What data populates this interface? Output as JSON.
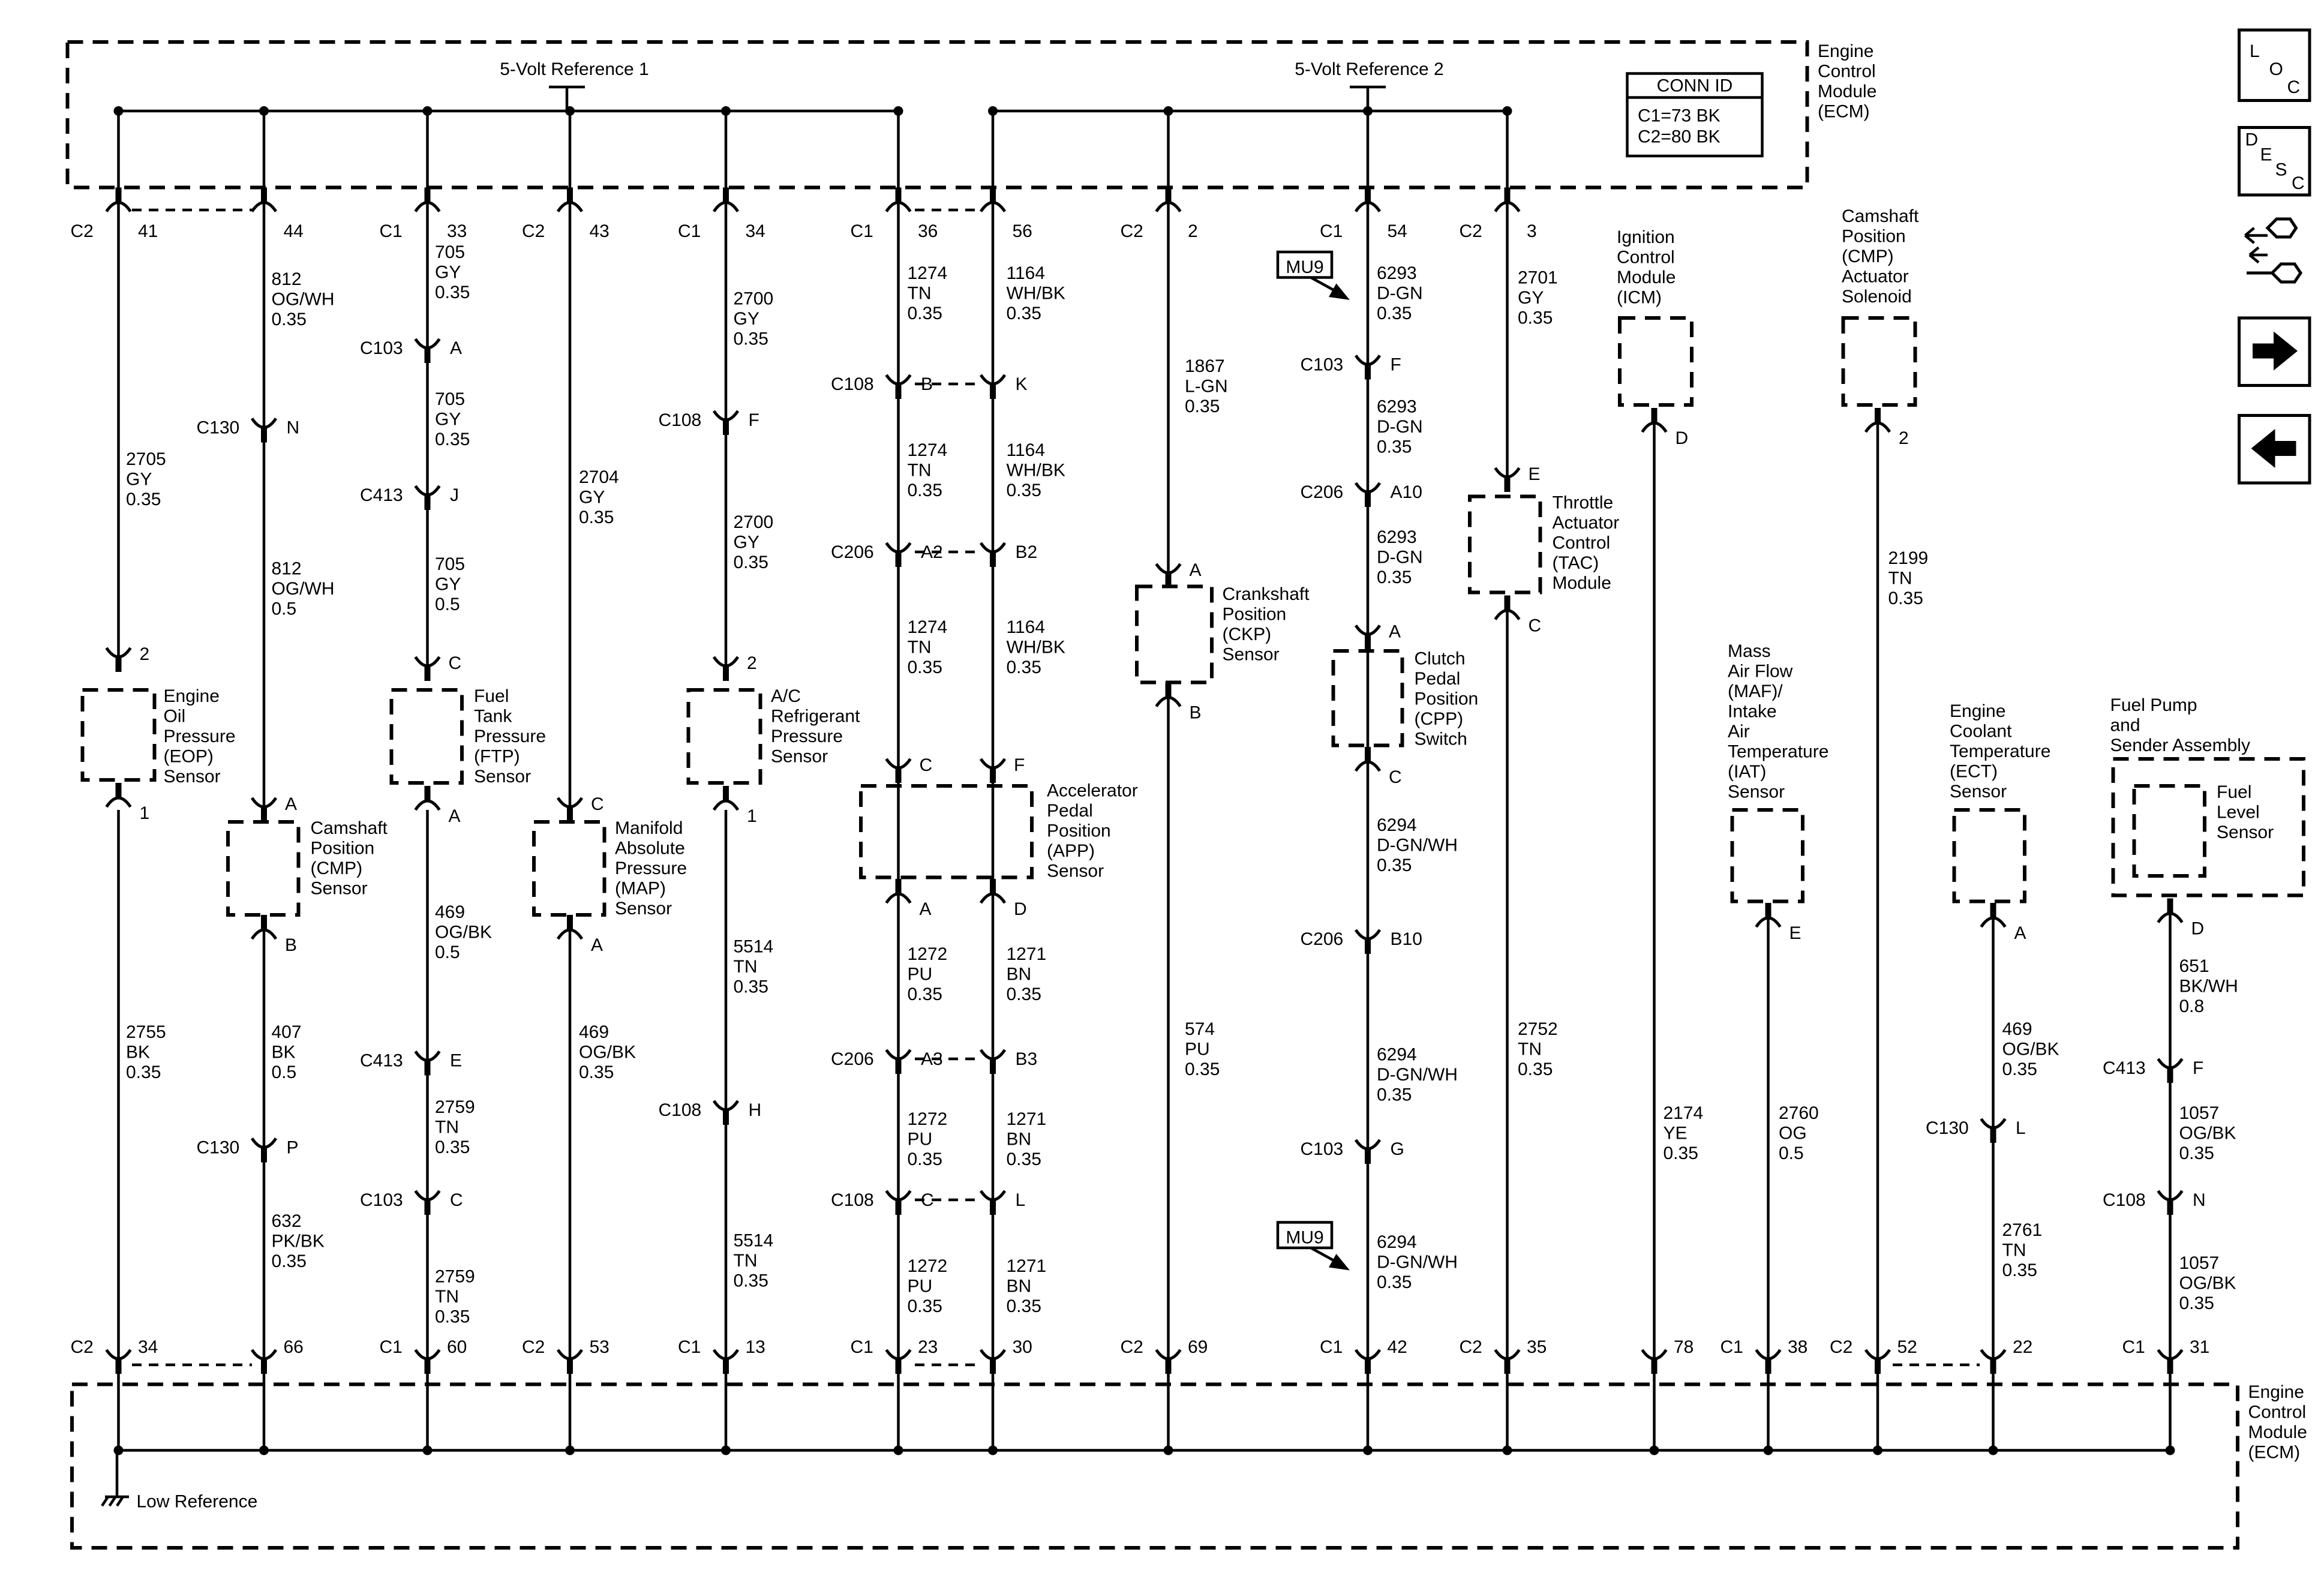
{
  "ecm_top": {
    "name_lines": [
      "Engine",
      "Control",
      "Module",
      "(ECM)"
    ],
    "ref1": "5-Volt Reference 1",
    "ref2": "5-Volt Reference 2",
    "conn_id_title": "CONN ID",
    "conn_id_lines": [
      "C1=73 BK",
      "C2=80 BK"
    ]
  },
  "ecm_bottom": {
    "name_lines": [
      "Engine",
      "Control",
      "Module",
      "(ECM)"
    ],
    "low_reference": "Low Reference"
  },
  "sidebar": {
    "loc": [
      "L",
      "O",
      "C"
    ],
    "desc": [
      "D",
      "E",
      "S",
      "C"
    ],
    "icons": [
      "harness-icon",
      "arrow-right-icon",
      "arrow-left-icon"
    ]
  },
  "top_pins": [
    {
      "conn": "C2",
      "pin": "41"
    },
    {
      "conn": "",
      "pin": "44"
    },
    {
      "conn": "C1",
      "pin": "33"
    },
    {
      "conn": "C2",
      "pin": "43"
    },
    {
      "conn": "C1",
      "pin": "34"
    },
    {
      "conn": "C1",
      "pin": "36"
    },
    {
      "conn": "",
      "pin": "56"
    },
    {
      "conn": "C2",
      "pin": "2"
    },
    {
      "conn": "C1",
      "pin": "54"
    },
    {
      "conn": "C2",
      "pin": "3"
    }
  ],
  "bottom_pins": [
    {
      "conn": "C2",
      "pin": "34"
    },
    {
      "conn": "",
      "pin": "66"
    },
    {
      "conn": "C1",
      "pin": "60"
    },
    {
      "conn": "C2",
      "pin": "53"
    },
    {
      "conn": "C1",
      "pin": "13"
    },
    {
      "conn": "C1",
      "pin": "23"
    },
    {
      "conn": "",
      "pin": "30"
    },
    {
      "conn": "C2",
      "pin": "69"
    },
    {
      "conn": "C1",
      "pin": "42"
    },
    {
      "conn": "C2",
      "pin": "35"
    },
    {
      "conn": "",
      "pin": "78"
    },
    {
      "conn": "C1",
      "pin": "38"
    },
    {
      "conn": "C2",
      "pin": "52"
    },
    {
      "conn": "",
      "pin": "22"
    },
    {
      "conn": "C1",
      "pin": "31"
    }
  ],
  "inline_connectors": [
    {
      "conn": "C103",
      "pin": "A"
    },
    {
      "conn": "C413",
      "pin": "J"
    },
    {
      "conn": "C130",
      "pin": "N"
    },
    {
      "conn": "C108",
      "pin": "F"
    },
    {
      "conn": "C108",
      "pin": "B"
    },
    {
      "conn": "",
      "pin": "K"
    },
    {
      "conn": "C206",
      "pin": "A2"
    },
    {
      "conn": "",
      "pin": "B2"
    },
    {
      "conn": "C103",
      "pin": "F"
    },
    {
      "conn": "C206",
      "pin": "A10"
    },
    {
      "conn": "C206",
      "pin": "A3"
    },
    {
      "conn": "",
      "pin": "B3"
    },
    {
      "conn": "C108",
      "pin": "C"
    },
    {
      "conn": "",
      "pin": "L"
    },
    {
      "conn": "C413",
      "pin": "E"
    },
    {
      "conn": "C103",
      "pin": "C"
    },
    {
      "conn": "C130",
      "pin": "P"
    },
    {
      "conn": "C108",
      "pin": "H"
    },
    {
      "conn": "C206",
      "pin": "B10"
    },
    {
      "conn": "C103",
      "pin": "G"
    },
    {
      "conn": "C130",
      "pin": "L"
    },
    {
      "conn": "C413",
      "pin": "F"
    },
    {
      "conn": "C108",
      "pin": "N"
    }
  ],
  "component_pins": [
    {
      "pin": "2"
    },
    {
      "pin": "1"
    },
    {
      "pin": "A"
    },
    {
      "pin": "B"
    },
    {
      "pin": "C"
    },
    {
      "pin": "A"
    },
    {
      "pin": "C"
    },
    {
      "pin": "A"
    },
    {
      "pin": "2"
    },
    {
      "pin": "1"
    },
    {
      "pin": "C"
    },
    {
      "pin": "F"
    },
    {
      "pin": "A"
    },
    {
      "pin": "D"
    },
    {
      "pin": "A"
    },
    {
      "pin": "B"
    },
    {
      "pin": "A"
    },
    {
      "pin": "C"
    },
    {
      "pin": "E"
    },
    {
      "pin": "C"
    },
    {
      "pin": "D"
    },
    {
      "pin": "2"
    },
    {
      "pin": "E"
    },
    {
      "pin": "A"
    },
    {
      "pin": "D"
    }
  ],
  "wire_labels": [
    [
      "2705",
      "GY",
      "0.35"
    ],
    [
      "2755",
      "BK",
      "0.35"
    ],
    [
      "812",
      "OG/WH",
      "0.35"
    ],
    [
      "812",
      "OG/WH",
      "0.5"
    ],
    [
      "407",
      "BK",
      "0.5"
    ],
    [
      "632",
      "PK/BK",
      "0.35"
    ],
    [
      "705",
      "GY",
      "0.35"
    ],
    [
      "705",
      "GY",
      "0.35"
    ],
    [
      "705",
      "GY",
      "0.5"
    ],
    [
      "469",
      "OG/BK",
      "0.5"
    ],
    [
      "2759",
      "TN",
      "0.35"
    ],
    [
      "2759",
      "TN",
      "0.35"
    ],
    [
      "2704",
      "GY",
      "0.35"
    ],
    [
      "469",
      "OG/BK",
      "0.35"
    ],
    [
      "2700",
      "GY",
      "0.35"
    ],
    [
      "2700",
      "GY",
      "0.35"
    ],
    [
      "5514",
      "TN",
      "0.35"
    ],
    [
      "5514",
      "TN",
      "0.35"
    ],
    [
      "1274",
      "TN",
      "0.35"
    ],
    [
      "1274",
      "TN",
      "0.35"
    ],
    [
      "1274",
      "TN",
      "0.35"
    ],
    [
      "1272",
      "PU",
      "0.35"
    ],
    [
      "1272",
      "PU",
      "0.35"
    ],
    [
      "1272",
      "PU",
      "0.35"
    ],
    [
      "1164",
      "WH/BK",
      "0.35"
    ],
    [
      "1164",
      "WH/BK",
      "0.35"
    ],
    [
      "1164",
      "WH/BK",
      "0.35"
    ],
    [
      "1271",
      "BN",
      "0.35"
    ],
    [
      "1271",
      "BN",
      "0.35"
    ],
    [
      "1271",
      "BN",
      "0.35"
    ],
    [
      "1867",
      "L-GN",
      "0.35"
    ],
    [
      "574",
      "PU",
      "0.35"
    ],
    [
      "6293",
      "D-GN",
      "0.35"
    ],
    [
      "6293",
      "D-GN",
      "0.35"
    ],
    [
      "6293",
      "D-GN",
      "0.35"
    ],
    [
      "6294",
      "D-GN/WH",
      "0.35"
    ],
    [
      "6294",
      "D-GN/WH",
      "0.35"
    ],
    [
      "6294",
      "D-GN/WH",
      "0.35"
    ],
    [
      "2701",
      "GY",
      "0.35"
    ],
    [
      "2752",
      "TN",
      "0.35"
    ],
    [
      "2174",
      "YE",
      "0.35"
    ],
    [
      "2760",
      "OG",
      "0.5"
    ],
    [
      "2199",
      "TN",
      "0.35"
    ],
    [
      "469",
      "OG/BK",
      "0.35"
    ],
    [
      "2761",
      "TN",
      "0.35"
    ],
    [
      "651",
      "BK/WH",
      "0.8"
    ],
    [
      "1057",
      "OG/BK",
      "0.35"
    ],
    [
      "1057",
      "OG/BK",
      "0.35"
    ]
  ],
  "components": [
    {
      "key": "eop",
      "lines": [
        "Engine",
        "Oil",
        "Pressure",
        "(EOP)",
        "Sensor"
      ]
    },
    {
      "key": "cmp",
      "lines": [
        "Camshaft",
        "Position",
        "(CMP)",
        "Sensor"
      ]
    },
    {
      "key": "ftp",
      "lines": [
        "Fuel",
        "Tank",
        "Pressure",
        "(FTP)",
        "Sensor"
      ]
    },
    {
      "key": "map",
      "lines": [
        "Manifold",
        "Absolute",
        "Pressure",
        "(MAP)",
        "Sensor"
      ]
    },
    {
      "key": "acr",
      "lines": [
        "A/C",
        "Refrigerant",
        "Pressure",
        "Sensor"
      ]
    },
    {
      "key": "app",
      "lines": [
        "Accelerator",
        "Pedal",
        "Position",
        "(APP)",
        "Sensor"
      ]
    },
    {
      "key": "ckp",
      "lines": [
        "Crankshaft",
        "Position",
        "(CKP)",
        "Sensor"
      ]
    },
    {
      "key": "cpp",
      "lines": [
        "Clutch",
        "Pedal",
        "Position",
        "(CPP)",
        "Switch"
      ]
    },
    {
      "key": "tac",
      "lines": [
        "Throttle",
        "Actuator",
        "Control",
        "(TAC)",
        "Module"
      ]
    },
    {
      "key": "icm",
      "lines": [
        "Ignition",
        "Control",
        "Module",
        "(ICM)"
      ]
    },
    {
      "key": "cmpsol",
      "lines": [
        "Camshaft",
        "Position",
        "(CMP)",
        "Actuator",
        "Solenoid"
      ]
    },
    {
      "key": "maf",
      "lines": [
        "Mass",
        "Air Flow",
        "(MAF)/",
        "Intake",
        "Air",
        "Temperature",
        "(IAT)",
        "Sensor"
      ]
    },
    {
      "key": "ect",
      "lines": [
        "Engine",
        "Coolant",
        "Temperature",
        "(ECT)",
        "Sensor"
      ]
    },
    {
      "key": "fuelpump",
      "lines": [
        "Fuel Pump",
        "and",
        "Sender Assembly"
      ]
    },
    {
      "key": "fuellevel",
      "lines": [
        "Fuel",
        "Level",
        "Sensor"
      ]
    }
  ],
  "option_tags": [
    "MU9",
    "MU9"
  ]
}
